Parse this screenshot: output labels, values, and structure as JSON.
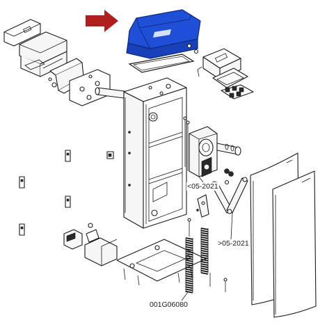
{
  "callouts": {
    "rev_before": "<05-2021",
    "rev_after": ">05-2021",
    "spring_code": "001G06080"
  },
  "colors": {
    "highlight_cover": "#1f4fd6",
    "arrow": "#b01e1e"
  },
  "icons": {
    "pointer": "arrow-right-icon"
  }
}
